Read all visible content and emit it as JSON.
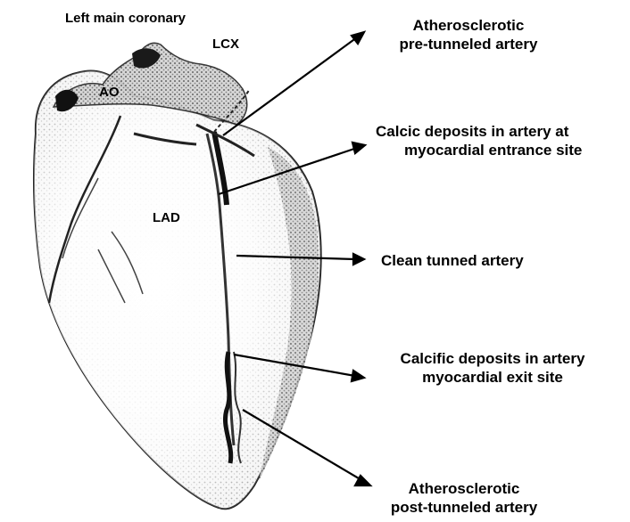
{
  "diagram": {
    "anatomy_labels": {
      "left_main": "Left main coronary",
      "lcx": "LCX",
      "ao": "AO",
      "lad": "LAD"
    },
    "callouts": [
      {
        "line1": "Atherosclerotic",
        "line2": "pre-tunneled artery"
      },
      {
        "line1": "Calcic deposits in artery at",
        "line2": "myocardial entrance site"
      },
      {
        "line1": "Clean tunned artery",
        "line2": ""
      },
      {
        "line1": "Calcific deposits in artery",
        "line2": "myocardial exit site"
      },
      {
        "line1": "Atherosclerotic",
        "line2": "post-tunneled artery"
      }
    ]
  }
}
